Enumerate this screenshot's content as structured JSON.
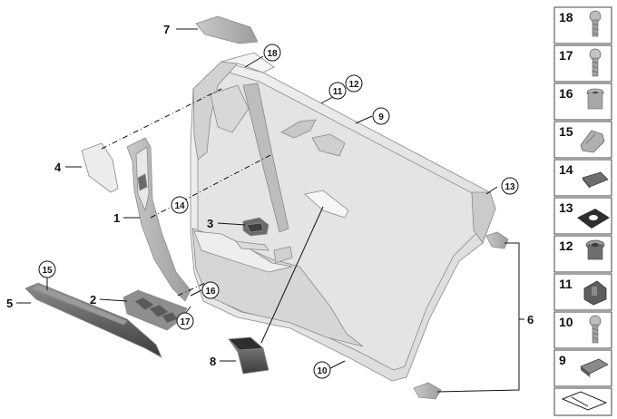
{
  "callouts": {
    "c1": "1",
    "c2": "2",
    "c3": "3",
    "c4": "4",
    "c5": "5",
    "c6": "6",
    "c7": "7",
    "c8": "8",
    "r9": "9",
    "r10": "10",
    "r11": "11",
    "r12": "12",
    "r13": "13",
    "r14": "14",
    "r15": "15",
    "r16": "16",
    "r17": "17",
    "r18": "18"
  },
  "legend": [
    "18",
    "17",
    "16",
    "15",
    "14",
    "13",
    "12",
    "11",
    "10",
    "9"
  ],
  "watermark": ""
}
